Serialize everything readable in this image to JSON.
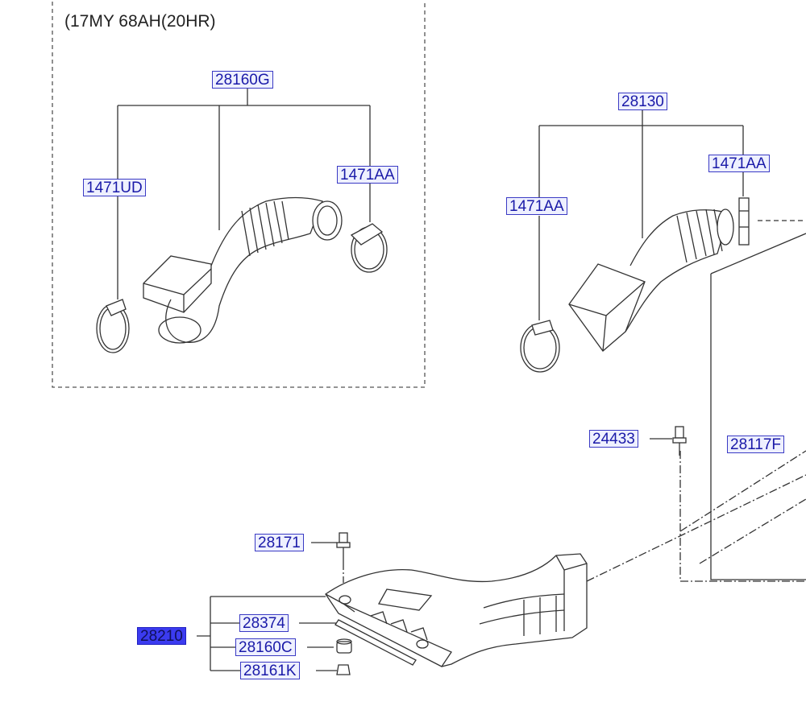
{
  "caption": "(17MY 68AH(20HR)",
  "labels": {
    "inset_hose": "28160G",
    "inset_clamp_left": "1471UD",
    "inset_clamp_right": "1471AA",
    "hose": "28130",
    "clamp_left": "1471AA",
    "clamp_right": "1471AA",
    "bolt_right": "24433",
    "bracket": "28117F",
    "bolt_left": "28171",
    "duct_assy": "28210",
    "gasket": "28374",
    "grommet": "28160C",
    "nut": "28161K"
  },
  "colors": {
    "label_text": "#1a1aa8",
    "label_fill": "#eef0ff",
    "selected_fill": "#3b3bf0",
    "line": "#333333"
  }
}
